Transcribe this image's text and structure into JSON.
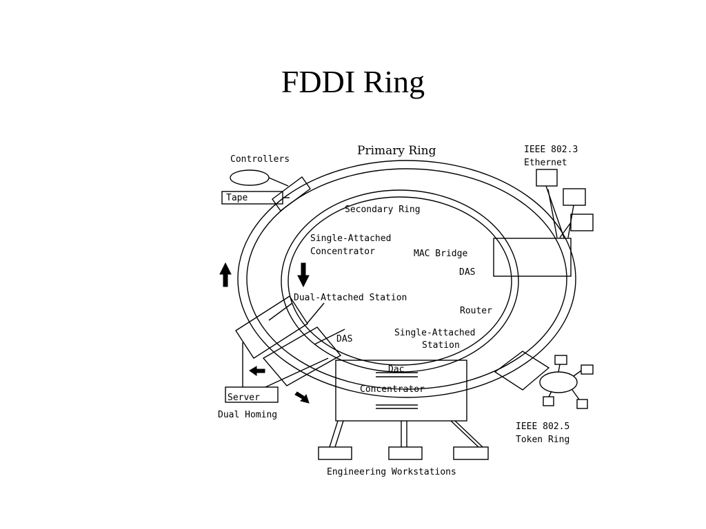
{
  "title": "FDDI Ring",
  "labels": {
    "primary_ring": "Primary Ring",
    "secondary_ring": "Secondary Ring",
    "controllers": "Controllers",
    "tape": "Tape",
    "ieee_8023_line1": "IEEE 802.3",
    "ieee_8023_line2": "Ethernet",
    "single_attached_concentrator_line1": "Single-Attached",
    "single_attached_concentrator_line2": "Concentrator",
    "mac_bridge": "MAC Bridge",
    "das_bridge": "DAS",
    "dual_attached_station": "Dual-Attached Station",
    "router": "Router",
    "das_left": "DAS",
    "single_attached_station_line1": "Single-Attached",
    "single_attached_station_line2": "Station",
    "das_concentrator_line1": "Dac",
    "das_concentrator_line2": "Concentrator",
    "server": "Server",
    "dual_homing": "Dual Homing",
    "ieee_8025_line1": "IEEE 802.5",
    "ieee_8025_line2": "Token Ring",
    "engineering_workstations": "Engineering Workstations"
  }
}
